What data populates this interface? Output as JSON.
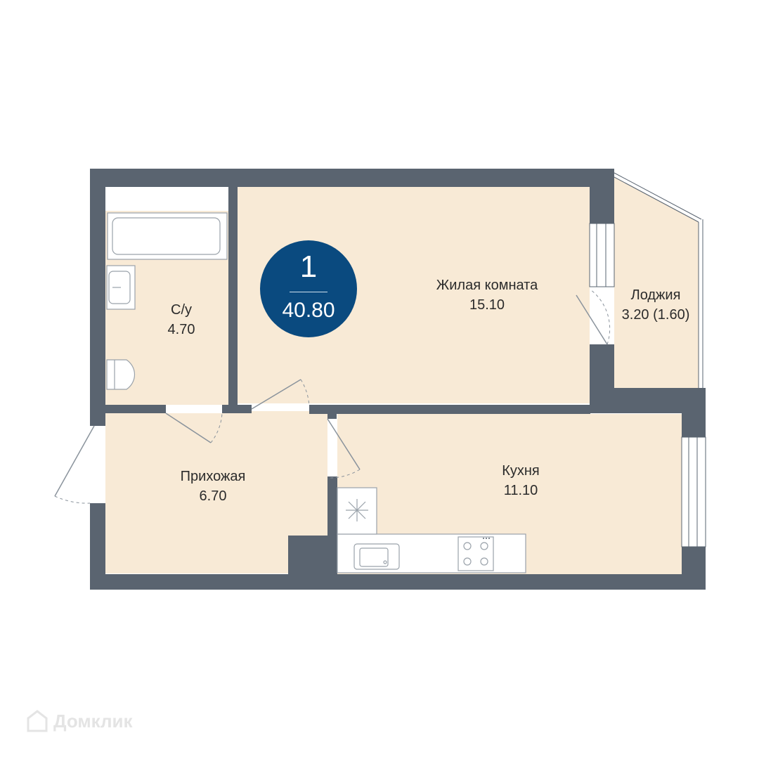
{
  "plan": {
    "rooms_count": "1",
    "total_area": "40.80",
    "colors": {
      "wall": "#5a6470",
      "floor": "#f8ead6",
      "fixture": "#ffffff",
      "badge": "#0a4a7f"
    }
  },
  "rooms": {
    "living": {
      "name": "Жилая комната",
      "area": "15.10"
    },
    "loggia": {
      "name": "Лоджия",
      "area": "3.20 (1.60)"
    },
    "bathroom": {
      "name": "С/у",
      "area": "4.70"
    },
    "hallway": {
      "name": "Прихожая",
      "area": "6.70"
    },
    "kitchen": {
      "name": "Кухня",
      "area": "11.10"
    }
  },
  "watermark": {
    "text": "Домклик",
    "icon": "house-icon"
  }
}
